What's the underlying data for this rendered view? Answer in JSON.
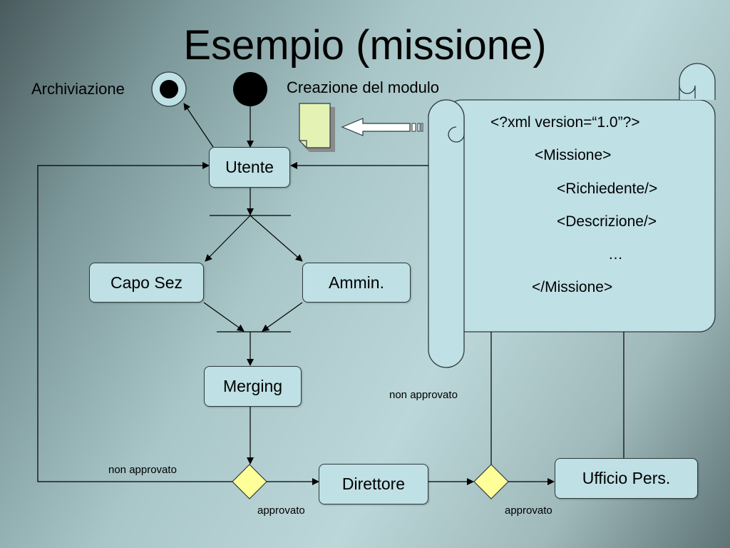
{
  "title": "Esempio (missione)",
  "labels": {
    "archiviazione": "Archiviazione",
    "creazione": "Creazione del modulo",
    "non_approvato_left": "non approvato",
    "non_approvato_right": "non approvato",
    "approvato_1": "approvato",
    "approvato_2": "approvato"
  },
  "nodes": {
    "utente": "Utente",
    "capo_sez": "Capo Sez",
    "ammin": "Ammin.",
    "merging": "Merging",
    "direttore": "Direttore",
    "ufficio": "Ufficio Pers."
  },
  "xml": {
    "line1": "<?xml version=“1.0”?>",
    "line2": "<Missione>",
    "line3": "<Richiedente/>",
    "line4": "<Descrizione/>",
    "line5": "…",
    "line6": "</Missione>"
  },
  "colors": {
    "node_fill": "#bfe0e5",
    "decision_fill": "#ffff99",
    "document_fill": "#e4f2b4"
  }
}
